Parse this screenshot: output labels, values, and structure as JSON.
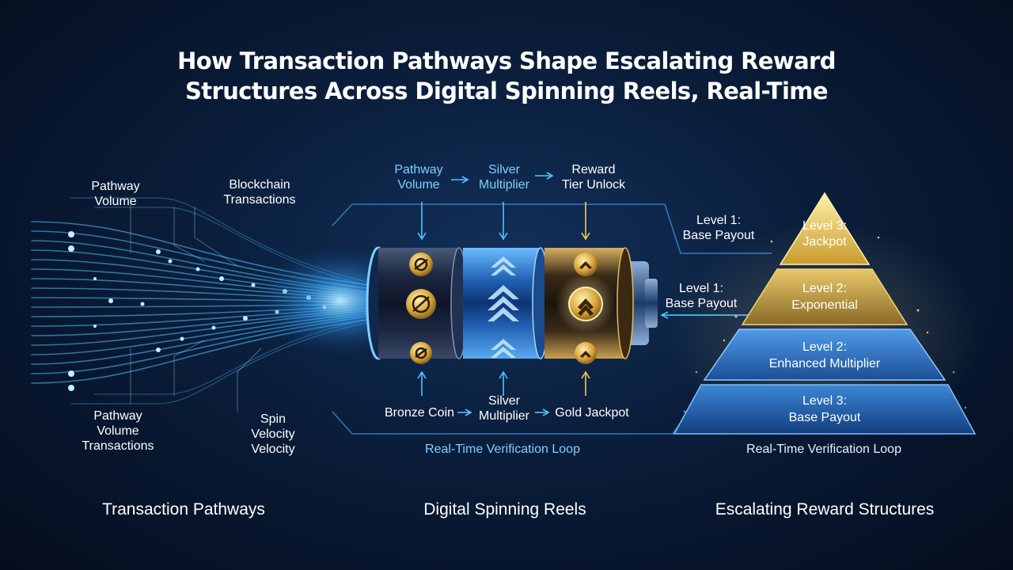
{
  "title": {
    "line1": "How Transaction Pathways Shape Escalating Reward",
    "line2": "Structures Across Digital Spinning Reels, Real-Time"
  },
  "pathways": {
    "label_top_left": [
      "Pathway",
      "Volume"
    ],
    "label_top_right": [
      "Blockchain",
      "Transactions"
    ],
    "label_bottom_left": [
      "Pathway",
      "Volume",
      "Transactions"
    ],
    "label_bottom_right": [
      "Spin",
      "Velocity",
      "Velocity"
    ]
  },
  "reels": {
    "top_flow": {
      "pathway": [
        "Pathway",
        "Volume"
      ],
      "silver": [
        "Silver",
        "Multiplier"
      ],
      "reward": [
        "Reward",
        "Tier Unlock"
      ]
    },
    "bottom_flow": {
      "bronze": "Bronze Coin",
      "silver": [
        "Silver",
        "Multiplier"
      ],
      "gold": "Gold Jackpot"
    },
    "loop_label": "Real-Time Verification Loop"
  },
  "connectors": {
    "upper": [
      "Level 1:",
      "Base Payout"
    ],
    "middle": [
      "Level 1:",
      "Base Payout"
    ]
  },
  "pyramid": {
    "tiers": [
      {
        "line1": "Level 3:",
        "line2": "Jackpot",
        "color": "#f2c94c"
      },
      {
        "line1": "Level 2:",
        "line2": "Exponential",
        "color": "#d8b24a"
      },
      {
        "line1": "Level 2:",
        "line2": "Enhanced Multiplier",
        "color": "#3f86d8"
      },
      {
        "line1": "Level 3:",
        "line2": "Base Payout",
        "color": "#2f6fc4"
      }
    ],
    "loop_label": "Real-Time Verification Loop"
  },
  "footers": {
    "left": "Transaction Pathways",
    "center": "Digital Spinning Reels",
    "right": "Escalating Reward Structures"
  },
  "colors": {
    "accent_cyan": "#4fc3ff",
    "gold": "#f2c94c",
    "background": "#0b1f3d"
  }
}
